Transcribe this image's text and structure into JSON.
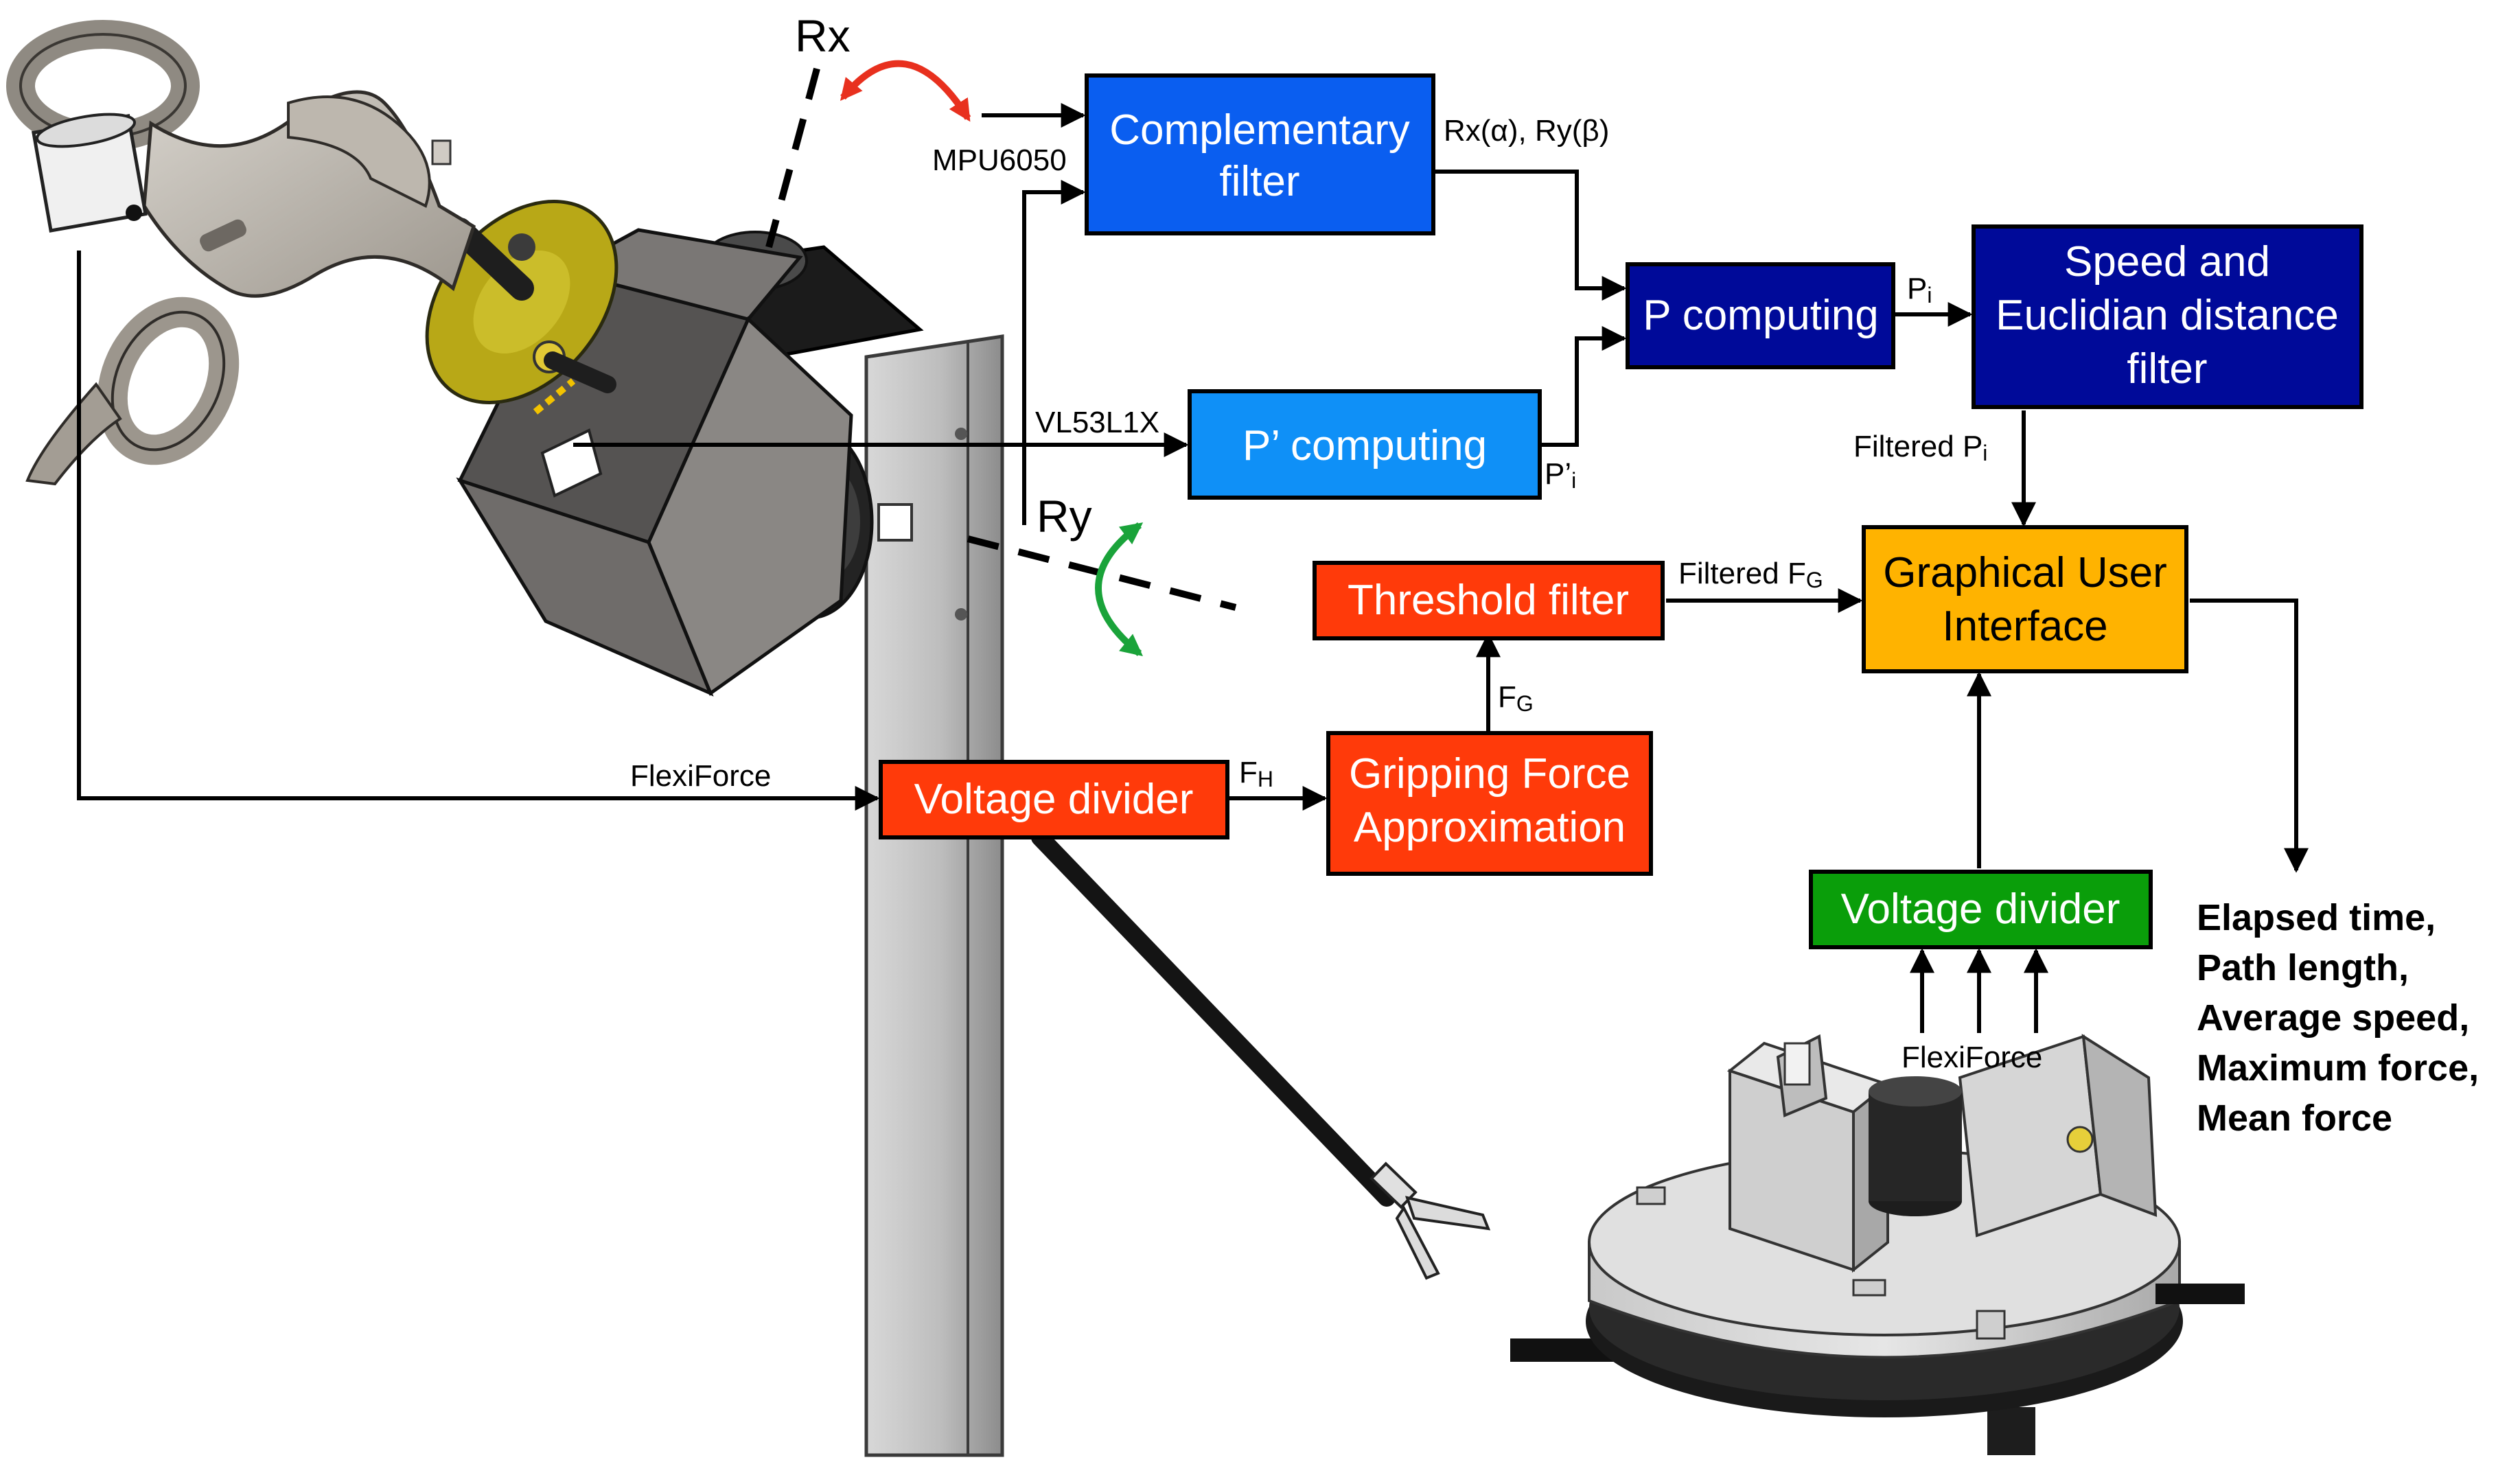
{
  "colors": {
    "blue": "#0a5ef0",
    "light_blue": "#0f90f7",
    "navy": "#000a99",
    "red": "#ff3a0a",
    "orange": "#ffb300",
    "green": "#0a9e0a",
    "rx_arrow": "#e8301e",
    "ry_arrow": "#1aa33a",
    "sensor_dash": "#f2c200"
  },
  "rotations": {
    "rx": "Rx",
    "ry": "Ry"
  },
  "blocks": {
    "complementary_filter": {
      "line1": "Complementary",
      "line2": "filter"
    },
    "p_prime_computing": {
      "label": "P’ computing"
    },
    "p_computing": {
      "label": "P computing"
    },
    "speed_filter": {
      "line1": "Speed and",
      "line2": "Euclidian distance",
      "line3": "filter"
    },
    "threshold_filter": {
      "label": "Threshold filter"
    },
    "gui": {
      "line1": "Graphical User",
      "line2": "Interface"
    },
    "voltage_divider_left": {
      "label": "Voltage divider"
    },
    "gripping_force": {
      "line1": "Gripping Force",
      "line2": "Approximation"
    },
    "voltage_divider_right": {
      "label": "Voltage divider"
    }
  },
  "signals": {
    "mpu": "MPU6050",
    "vl53": "VL53L1X",
    "rx_ry": "Rx(α), Ry(β)",
    "p_prime_i": {
      "main": "P’",
      "sub": "i"
    },
    "p_i": {
      "main": "P",
      "sub": "i"
    },
    "filtered_p": {
      "main": "Filtered P",
      "sub": "i"
    },
    "filtered_f": {
      "main": "Filtered F",
      "sub": "G"
    },
    "f_g": {
      "main": "F",
      "sub": "G"
    },
    "f_h": {
      "main": "F",
      "sub": "H"
    },
    "flexiforce_left": "FlexiForce",
    "flexiforce_right": "FlexiForce"
  },
  "outputs": [
    "Elapsed time,",
    "Path length,",
    "Average speed,",
    "Maximum force,",
    "Mean force"
  ]
}
